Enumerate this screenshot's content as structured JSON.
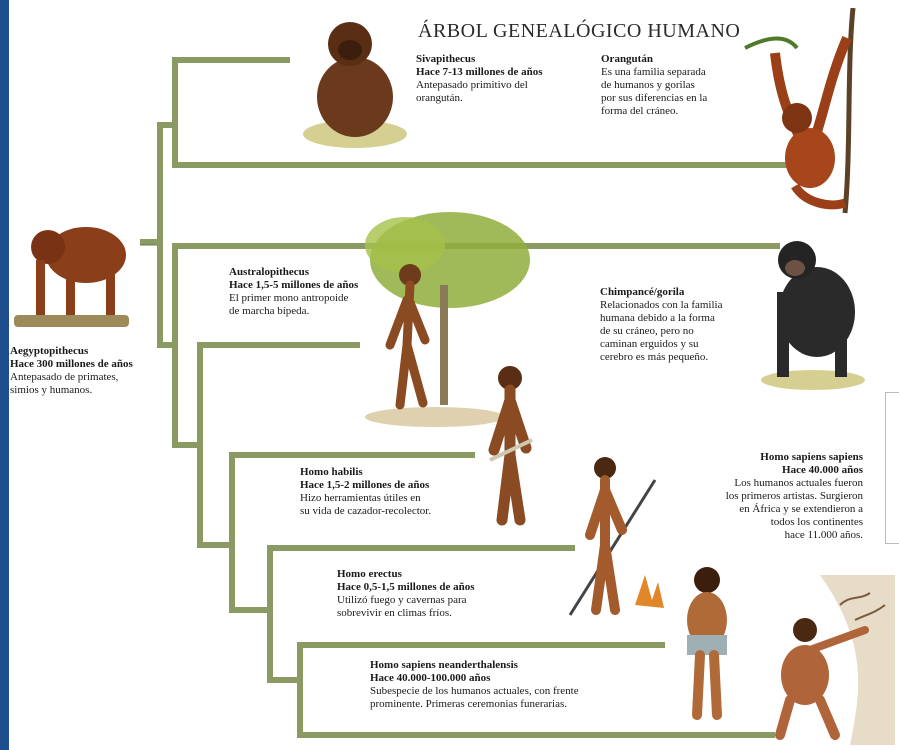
{
  "title": "ÁRBOL GENEALÓGICO HUMANO",
  "colors": {
    "branch": "#8a9a62",
    "branch_dark": "#6b7a48",
    "edge": "#1f4e8c"
  },
  "species": [
    {
      "id": "sivapithecus",
      "name": "Sivapithecus",
      "age": "Hace 7-13 millones de años",
      "desc": [
        "Antepasado primitivo del",
        "orangután."
      ]
    },
    {
      "id": "orangutan",
      "name": "Orangután",
      "age": "",
      "desc": [
        "Es una familia separada",
        "de humanos y gorilas",
        "por sus diferencias en la",
        "forma del cráneo."
      ]
    },
    {
      "id": "aegyptopithecus",
      "name": "Aegyptopithecus",
      "age": "Hace 300 millones de años",
      "desc": [
        "Antepasado de primates,",
        "simios y humanos."
      ]
    },
    {
      "id": "australopithecus",
      "name": "Australopithecus",
      "age": "Hace 1,5-5 millones de años",
      "desc": [
        "El primer mono antropoide",
        "de marcha bípeda."
      ]
    },
    {
      "id": "chimpance",
      "name": "Chimpancé/gorila",
      "age": "",
      "desc": [
        "Relacionados con la familia",
        "humana debido a la forma",
        "de su cráneo, pero no",
        "caminan erguidos y su",
        "cerebro es más pequeño."
      ]
    },
    {
      "id": "habilis",
      "name": "Homo habilis",
      "age": "Hace 1,5-2 millones de años",
      "desc": [
        "Hizo herramientas útiles en",
        "su vida de cazador-recolector."
      ]
    },
    {
      "id": "sapiens",
      "name": "Homo sapiens sapiens",
      "age": "Hace 40.000 años",
      "desc": [
        "Los humanos actuales fueron",
        "los primeros artistas. Surgieron",
        "en África y se extendieron a",
        "todos los continentes",
        "hace 11.000 años."
      ]
    },
    {
      "id": "erectus",
      "name": "Homo erectus",
      "age": "Hace 0,5-1,5 millones de años",
      "desc": [
        "Utilizó fuego y cavernas para",
        "sobrevivir en climas fríos."
      ]
    },
    {
      "id": "neanderthal",
      "name": "Homo sapiens neanderthalensis",
      "age": "Hace 40.000-100.000 años",
      "desc": [
        "Subespecie de los humanos actuales, con frente",
        "prominente. Primeras ceremonias funerarias."
      ]
    }
  ]
}
